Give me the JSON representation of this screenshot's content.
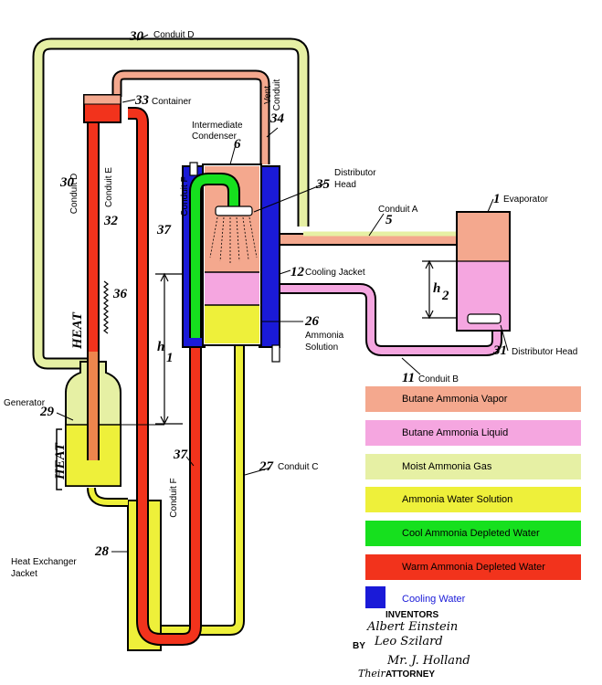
{
  "labels": {
    "conduit_d_top": "Conduit D",
    "conduit_d_side": "Conduit D",
    "conduit_e": "Conduit E",
    "conduit_f_top": "Conduit F",
    "conduit_f_bottom": "Conduit F",
    "conduit_a": "Conduit A",
    "conduit_b": "Conduit B",
    "conduit_c": "Conduit C",
    "container": "Container",
    "vent_conduit_1": "Vent",
    "vent_conduit_2": "Conduit",
    "intermediate_condenser_1": "Intermediate",
    "intermediate_condenser_2": "Condenser",
    "distributor_head_1": "Distributor",
    "distributor_head_2": "Head",
    "evaporator": "Evaporator",
    "cooling_jacket": "Cooling Jacket",
    "ammonia_solution_1": "Ammonia",
    "ammonia_solution_2": "Solution",
    "distributor_head_right": "Distributor Head",
    "generator": "Generator",
    "heat_exchanger_1": "Heat Exchanger",
    "heat_exchanger_2": "Jacket",
    "heat_upper": "HEAT",
    "heat_lower": "HEAT",
    "h1": "h",
    "h1_sub": "1",
    "h2": "h",
    "h2_sub": "2"
  },
  "numbers": {
    "n30_top": "30",
    "n30_side": "30",
    "n33": "33",
    "n34": "34",
    "n6": "6",
    "n35": "35",
    "n1": "1",
    "n5": "5",
    "n32": "32",
    "n37_top": "37",
    "n37_bottom": "37",
    "n36": "36",
    "n12": "12",
    "n26": "26",
    "n31": "31",
    "n11": "11",
    "n29": "29",
    "n27": "27",
    "n28": "28"
  },
  "legend": [
    {
      "label": "Butane Ammonia Vapor",
      "color": "#f4a88e"
    },
    {
      "label": "Butane Ammonia Liquid",
      "color": "#f5a6e0"
    },
    {
      "label": "Moist Ammonia Gas",
      "color": "#e6f0a4"
    },
    {
      "label": "Ammonia Water Solution",
      "color": "#eef03a"
    },
    {
      "label": "Cool Ammonia Depleted Water",
      "color": "#16e01e"
    },
    {
      "label": "Warm Ammonia Depleted Water",
      "color": "#f2331c"
    },
    {
      "label": "Cooling Water",
      "color": "#1a1ad8"
    }
  ],
  "signature": {
    "inventors_label": "INVENTORS",
    "by_label": "BY",
    "attorney_label": "ATTORNEY",
    "handwriting_1": "Albert Einstein",
    "handwriting_2": "Leo Szilard",
    "handwriting_3": "Mr. J. Holland",
    "handwriting_4": "Their"
  },
  "colors": {
    "vapor": "#f4a88e",
    "liquid": "#f5a6e0",
    "moist_gas": "#e6f0a4",
    "solution": "#eef03a",
    "cool_water": "#16e01e",
    "warm_water": "#f2331c",
    "cooling_water": "#1a1ad8"
  }
}
